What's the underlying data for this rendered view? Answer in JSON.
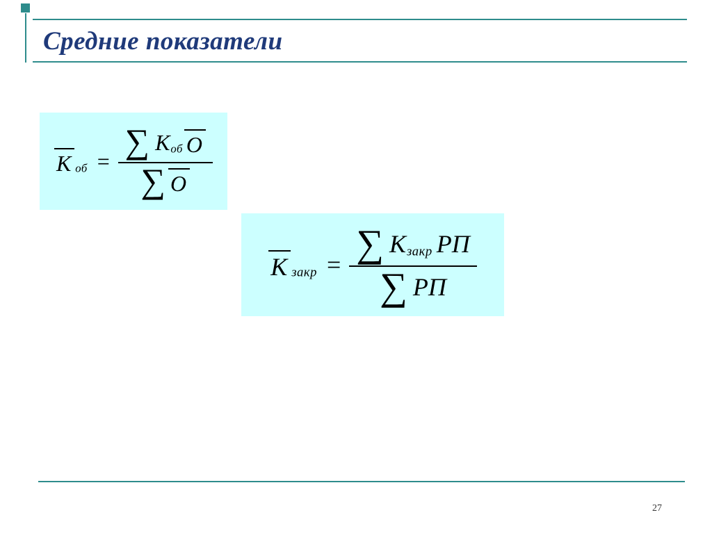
{
  "slide": {
    "title": "Средние показатели",
    "page_number": "27"
  },
  "formulas": {
    "avg_turnover": {
      "lhs_symbol": "К",
      "lhs_subscript": "об",
      "equals_sign": "=",
      "numerator": {
        "sigma": "∑",
        "symbol": "К",
        "subscript": "об",
        "variable": "О"
      },
      "denominator": {
        "sigma": "∑",
        "variable": "О"
      }
    },
    "avg_fixing": {
      "lhs_symbol": "К",
      "lhs_subscript": "закр",
      "equals_sign": "=",
      "numerator": {
        "sigma": "∑",
        "symbol": "К",
        "subscript": "закр",
        "variable": "РП"
      },
      "denominator": {
        "sigma": "∑",
        "variable": "РП"
      }
    }
  },
  "colors": {
    "accent_teal": "#2E8C8C",
    "title_blue": "#1F3A7A",
    "formula_bg": "#CCFFFF"
  }
}
